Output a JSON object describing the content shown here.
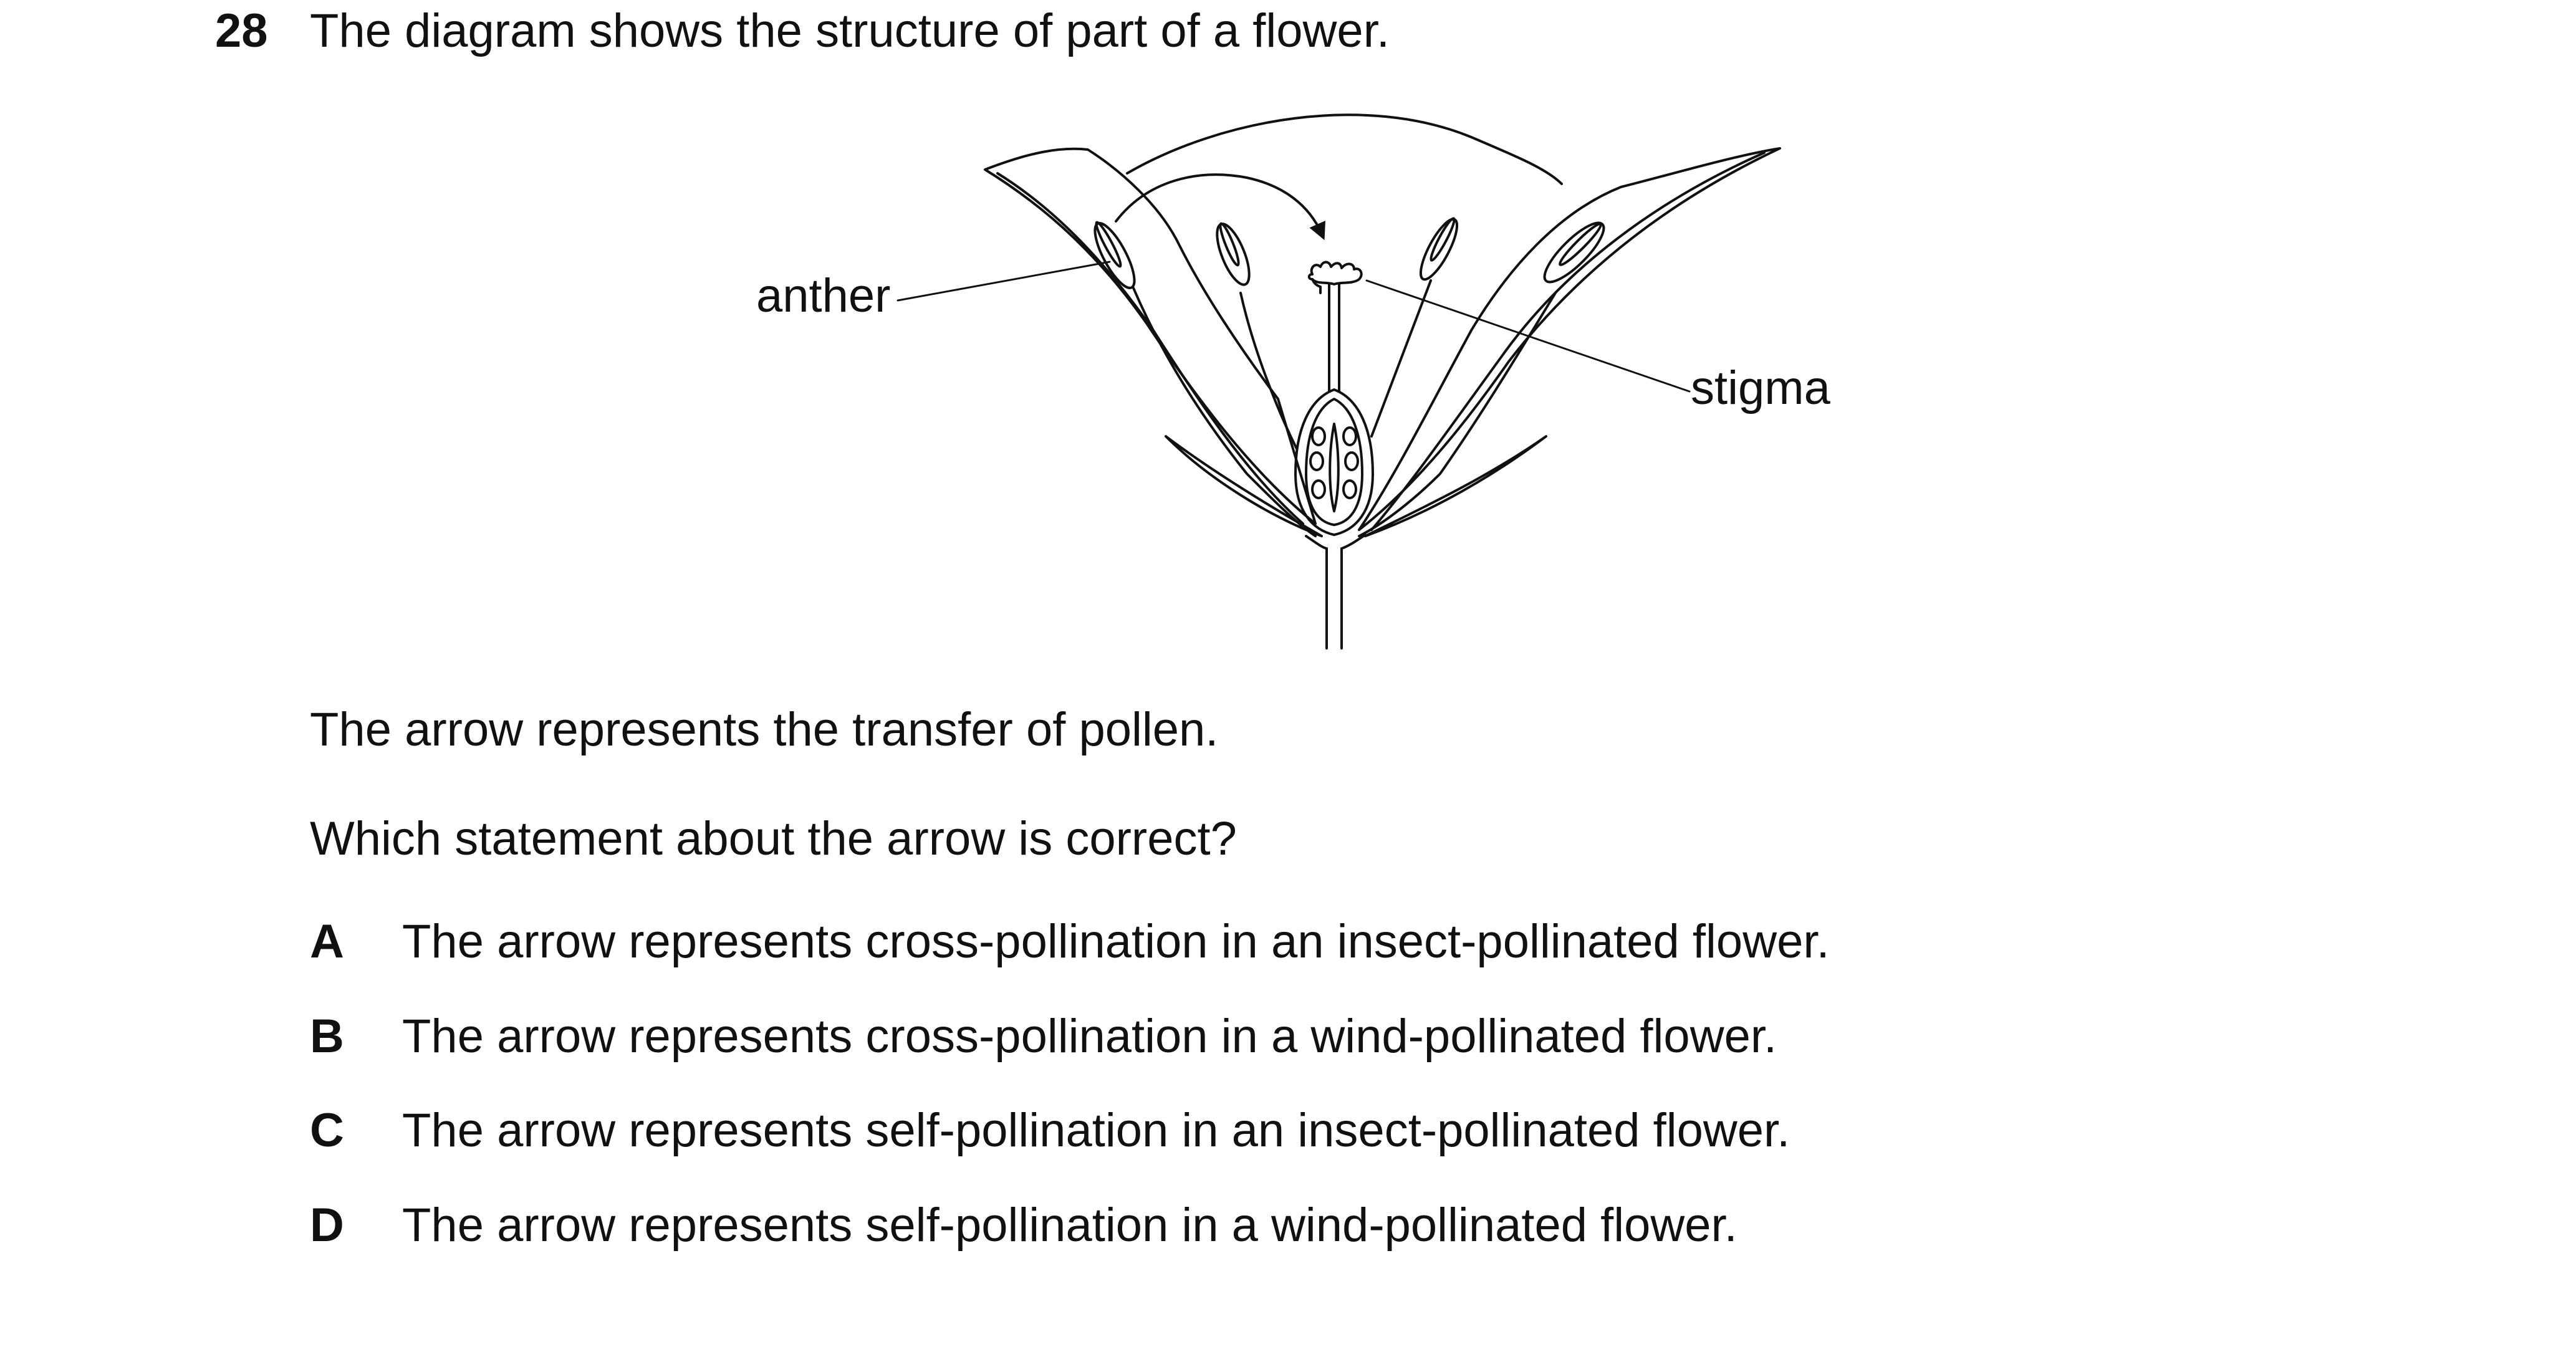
{
  "question": {
    "number": "28",
    "stem": "The diagram shows the structure of part of a flower."
  },
  "diagram": {
    "labels": {
      "anther": "anther",
      "stigma": "stigma"
    },
    "stroke_color": "#111111"
  },
  "body": {
    "line1": "The arrow represents the transfer of pollen.",
    "line2": "Which statement about the arrow is correct?"
  },
  "options": [
    {
      "letter": "A",
      "text": "The arrow represents cross-pollination in an insect-pollinated flower."
    },
    {
      "letter": "B",
      "text": "The arrow represents cross-pollination in a wind-pollinated flower."
    },
    {
      "letter": "C",
      "text": "The arrow represents self-pollination in an insect-pollinated flower."
    },
    {
      "letter": "D",
      "text": "The arrow represents self-pollination in a wind-pollinated flower."
    }
  ]
}
